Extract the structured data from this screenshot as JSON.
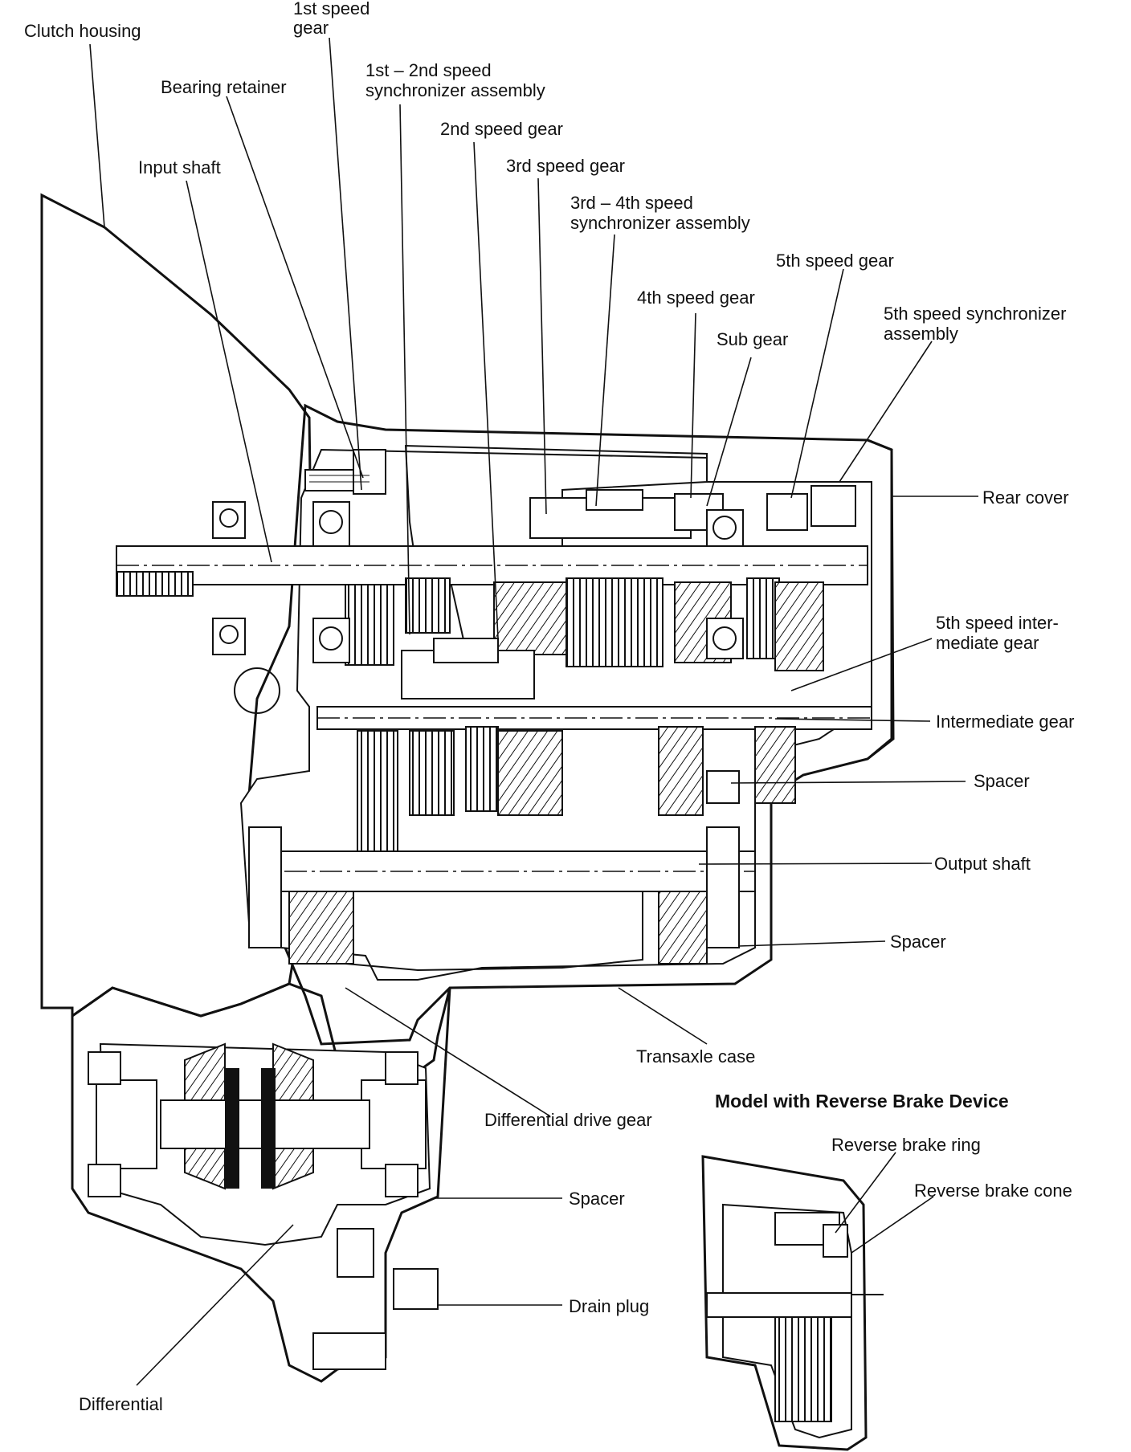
{
  "labels": {
    "clutch_housing": "Clutch housing",
    "first_gear_l1": "1st speed",
    "first_gear_l2": "gear",
    "sync12_l1": "1st – 2nd speed",
    "sync12_l2": "synchronizer assembly",
    "bearing_retainer": "Bearing retainer",
    "second_gear": "2nd speed gear",
    "input_shaft": "Input shaft",
    "third_gear": "3rd speed gear",
    "sync34_l1": "3rd – 4th speed",
    "sync34_l2": "synchronizer assembly",
    "fifth_gear": "5th speed gear",
    "fourth_gear": "4th speed gear",
    "sync5_l1": "5th speed synchronizer",
    "sync5_l2": "assembly",
    "sub_gear": "Sub gear",
    "rear_cover": "Rear cover",
    "fifth_inter_l1": "5th speed inter-",
    "fifth_inter_l2": "mediate gear",
    "intermediate_gear": "Intermediate gear",
    "spacer_1": "Spacer",
    "output_shaft": "Output shaft",
    "spacer_2": "Spacer",
    "transaxle_case": "Transaxle case",
    "differential_drive_gear": "Differential drive gear",
    "spacer_3": "Spacer",
    "drain_plug": "Drain plug",
    "differential": "Differential"
  },
  "inset": {
    "title": "Model with Reverse Brake Device",
    "reverse_brake_ring": "Reverse brake ring",
    "reverse_brake_cone": "Reverse brake cone"
  }
}
